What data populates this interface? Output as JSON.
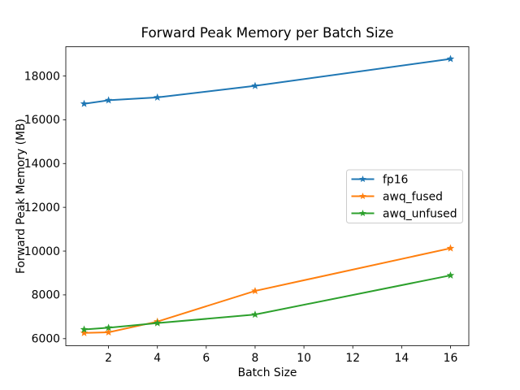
{
  "figure": {
    "background": "#ffffff"
  },
  "chart_data": {
    "type": "line",
    "title": "Forward Peak Memory per Batch Size",
    "xlabel": "Batch Size",
    "ylabel": "Forward Peak Memory (MB)",
    "x": [
      1,
      2,
      4,
      8,
      16
    ],
    "series": [
      {
        "name": "fp16",
        "color": "#1f77b4",
        "marker": "star",
        "values": [
          16730,
          16890,
          17020,
          17550,
          18780
        ]
      },
      {
        "name": "awq_fused",
        "color": "#ff7f0e",
        "marker": "star",
        "values": [
          6260,
          6290,
          6780,
          8180,
          10130
        ]
      },
      {
        "name": "awq_unfused",
        "color": "#2ca02c",
        "marker": "star",
        "values": [
          6420,
          6500,
          6710,
          7100,
          8890
        ]
      }
    ],
    "x_ticks": [
      2,
      4,
      6,
      8,
      10,
      12,
      14,
      16
    ],
    "y_ticks": [
      6000,
      8000,
      10000,
      12000,
      14000,
      16000,
      18000
    ],
    "xlim": [
      0.25,
      16.75
    ],
    "ylim": [
      5677,
      19337
    ],
    "grid": false,
    "legend": {
      "position": "center-right",
      "entries": [
        "fp16",
        "awq_fused",
        "awq_unfused"
      ],
      "border_color": "#cccccc",
      "background": "#ffffff"
    },
    "axis_color": "#000000"
  }
}
